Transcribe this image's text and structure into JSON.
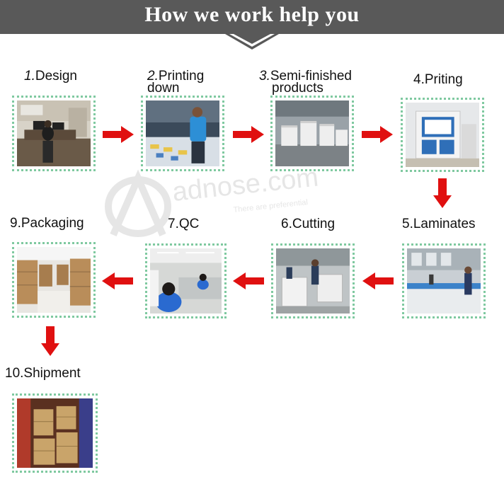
{
  "header": {
    "title": "How we work help you"
  },
  "watermark": {
    "brand": "adnose.com",
    "tagline": "There are preferential"
  },
  "colors": {
    "banner": "#595959",
    "arrow": "#e01010",
    "frame": "#7fc9a0"
  },
  "steps": [
    {
      "num": "1.",
      "label_lines": [
        "Design",
        ""
      ],
      "scene": "office-desk"
    },
    {
      "num": "2.",
      "label_lines": [
        "Printing",
        "down"
      ],
      "scene": "press-operator"
    },
    {
      "num": "3.",
      "label_lines": [
        "Semi-finished",
        "products"
      ],
      "scene": "stacked-sheets"
    },
    {
      "num": "4.",
      "label_lines": [
        "Priting",
        ""
      ],
      "scene": "printing-machine"
    },
    {
      "num": "5.",
      "label_lines": [
        "Laminates",
        ""
      ],
      "scene": "laminating-line"
    },
    {
      "num": "6.",
      "label_lines": [
        "Cutting",
        ""
      ],
      "scene": "cutting-room"
    },
    {
      "num": "7.",
      "label_lines": [
        "QC",
        ""
      ],
      "scene": "qc-workers"
    },
    {
      "num": "9.",
      "label_lines": [
        "Packaging",
        ""
      ],
      "scene": "warehouse-boxes"
    },
    {
      "num": "10.",
      "label_lines": [
        "Shipment",
        ""
      ],
      "scene": "container-loading"
    }
  ]
}
